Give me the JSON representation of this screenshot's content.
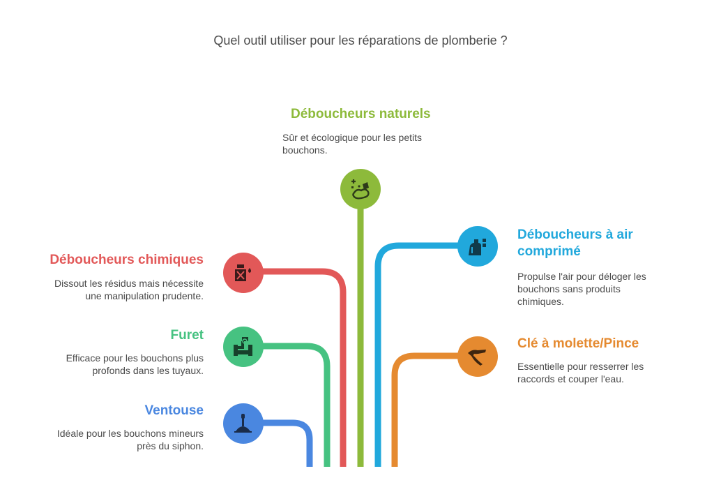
{
  "title": "Quel outil utiliser pour les réparations de plomberie ?",
  "colors": {
    "naturels": "#8dba3b",
    "chimiques": "#e25858",
    "furet": "#46c281",
    "ventouse": "#4a87e0",
    "air": "#21a8dc",
    "cle": "#e58a30"
  },
  "items": {
    "naturels": {
      "heading": "Déboucheurs naturels",
      "desc_line1": "Sûr et écologique pour les petits",
      "desc_line2": "bouchons.",
      "icon": "natural-mixture-icon"
    },
    "chimiques": {
      "heading": "Déboucheurs chimiques",
      "desc_line1": "Dissout les résidus mais nécessite",
      "desc_line2": "une manipulation prudente.",
      "icon": "chemical-bottle-icon"
    },
    "furet": {
      "heading": "Furet",
      "desc_line1": "Efficace pour les bouchons plus",
      "desc_line2": "profonds dans les tuyaux.",
      "icon": "pipe-auger-icon"
    },
    "ventouse": {
      "heading": "Ventouse",
      "desc_line1": "Idéale pour les bouchons mineurs",
      "desc_line2": "près du siphon.",
      "icon": "plunger-icon"
    },
    "air": {
      "heading_line1": "Déboucheurs à air",
      "heading_line2": "comprimé",
      "desc_line1": "Propulse l'air pour déloger les",
      "desc_line2": "bouchons sans produits",
      "desc_line3": "chimiques.",
      "icon": "air-pump-icon"
    },
    "cle": {
      "heading": "Clé à molette/Pince",
      "desc_line1": "Essentielle pour resserrer les",
      "desc_line2": "raccords et couper l'eau.",
      "icon": "pliers-icon"
    }
  }
}
